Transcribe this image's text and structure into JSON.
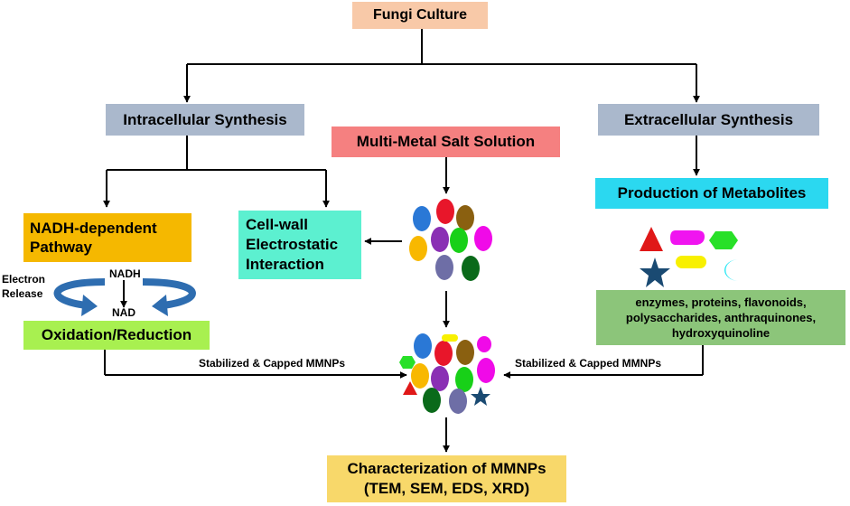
{
  "boxes": {
    "fungi": "Fungi Culture",
    "intra": "Intracellular Synthesis",
    "extra": "Extracellular Synthesis",
    "multi": "Multi-Metal Salt Solution",
    "metab": "Production of Metabolites",
    "nadh_line1": "NADH-dependent",
    "nadh_line2": "Pathway",
    "cellwall_line1": "Cell-wall",
    "cellwall_line2": "Electrostatic",
    "cellwall_line3": "Interaction",
    "oxred": "Oxidation/Reduction",
    "enz_line1": "enzymes, proteins, flavonoids,",
    "enz_line2": "polysaccharides, anthraquinones,",
    "enz_line3": "hydroxyquinoline",
    "char_line1": "Characterization of MMNPs",
    "char_line2": "(TEM, SEM, EDS, XRD)"
  },
  "labels": {
    "electron_release_line1": "Electron",
    "electron_release_line2": "Release",
    "nadh": "NADH",
    "nad": "NAD",
    "stab_left": "Stabilized & Capped MMNPs",
    "stab_right": "Stabilized & Capped MMNPs"
  },
  "colors": {
    "fungi_box": "#f8c9a8",
    "synthesis_box": "#aab8cc",
    "multi_box": "#f58080",
    "metab_box": "#2bd8f0",
    "nadh_box": "#f5b800",
    "cellwall_box": "#5cf0d0",
    "oxred_box": "#a8f050",
    "enz_box": "#8cc57a",
    "char_box": "#f8d86a",
    "arrow_curve": "#2e6db0",
    "metal_blue": "#2a78d6",
    "metal_red": "#e8162a",
    "metal_brown": "#8a6010",
    "metal_orange": "#f8b800",
    "metal_purple": "#8a2fb4",
    "metal_green": "#18d018",
    "metal_magenta": "#f00ae8",
    "metal_slate": "#6e6ea6",
    "metal_darkgreen": "#0a6a1a",
    "shape_red": "#e01818",
    "shape_magenta": "#f014f0",
    "shape_green": "#28e028",
    "shape_navy": "#1a4a72",
    "shape_yellow": "#f8f000",
    "shape_cyan": "#1ee6f4"
  }
}
